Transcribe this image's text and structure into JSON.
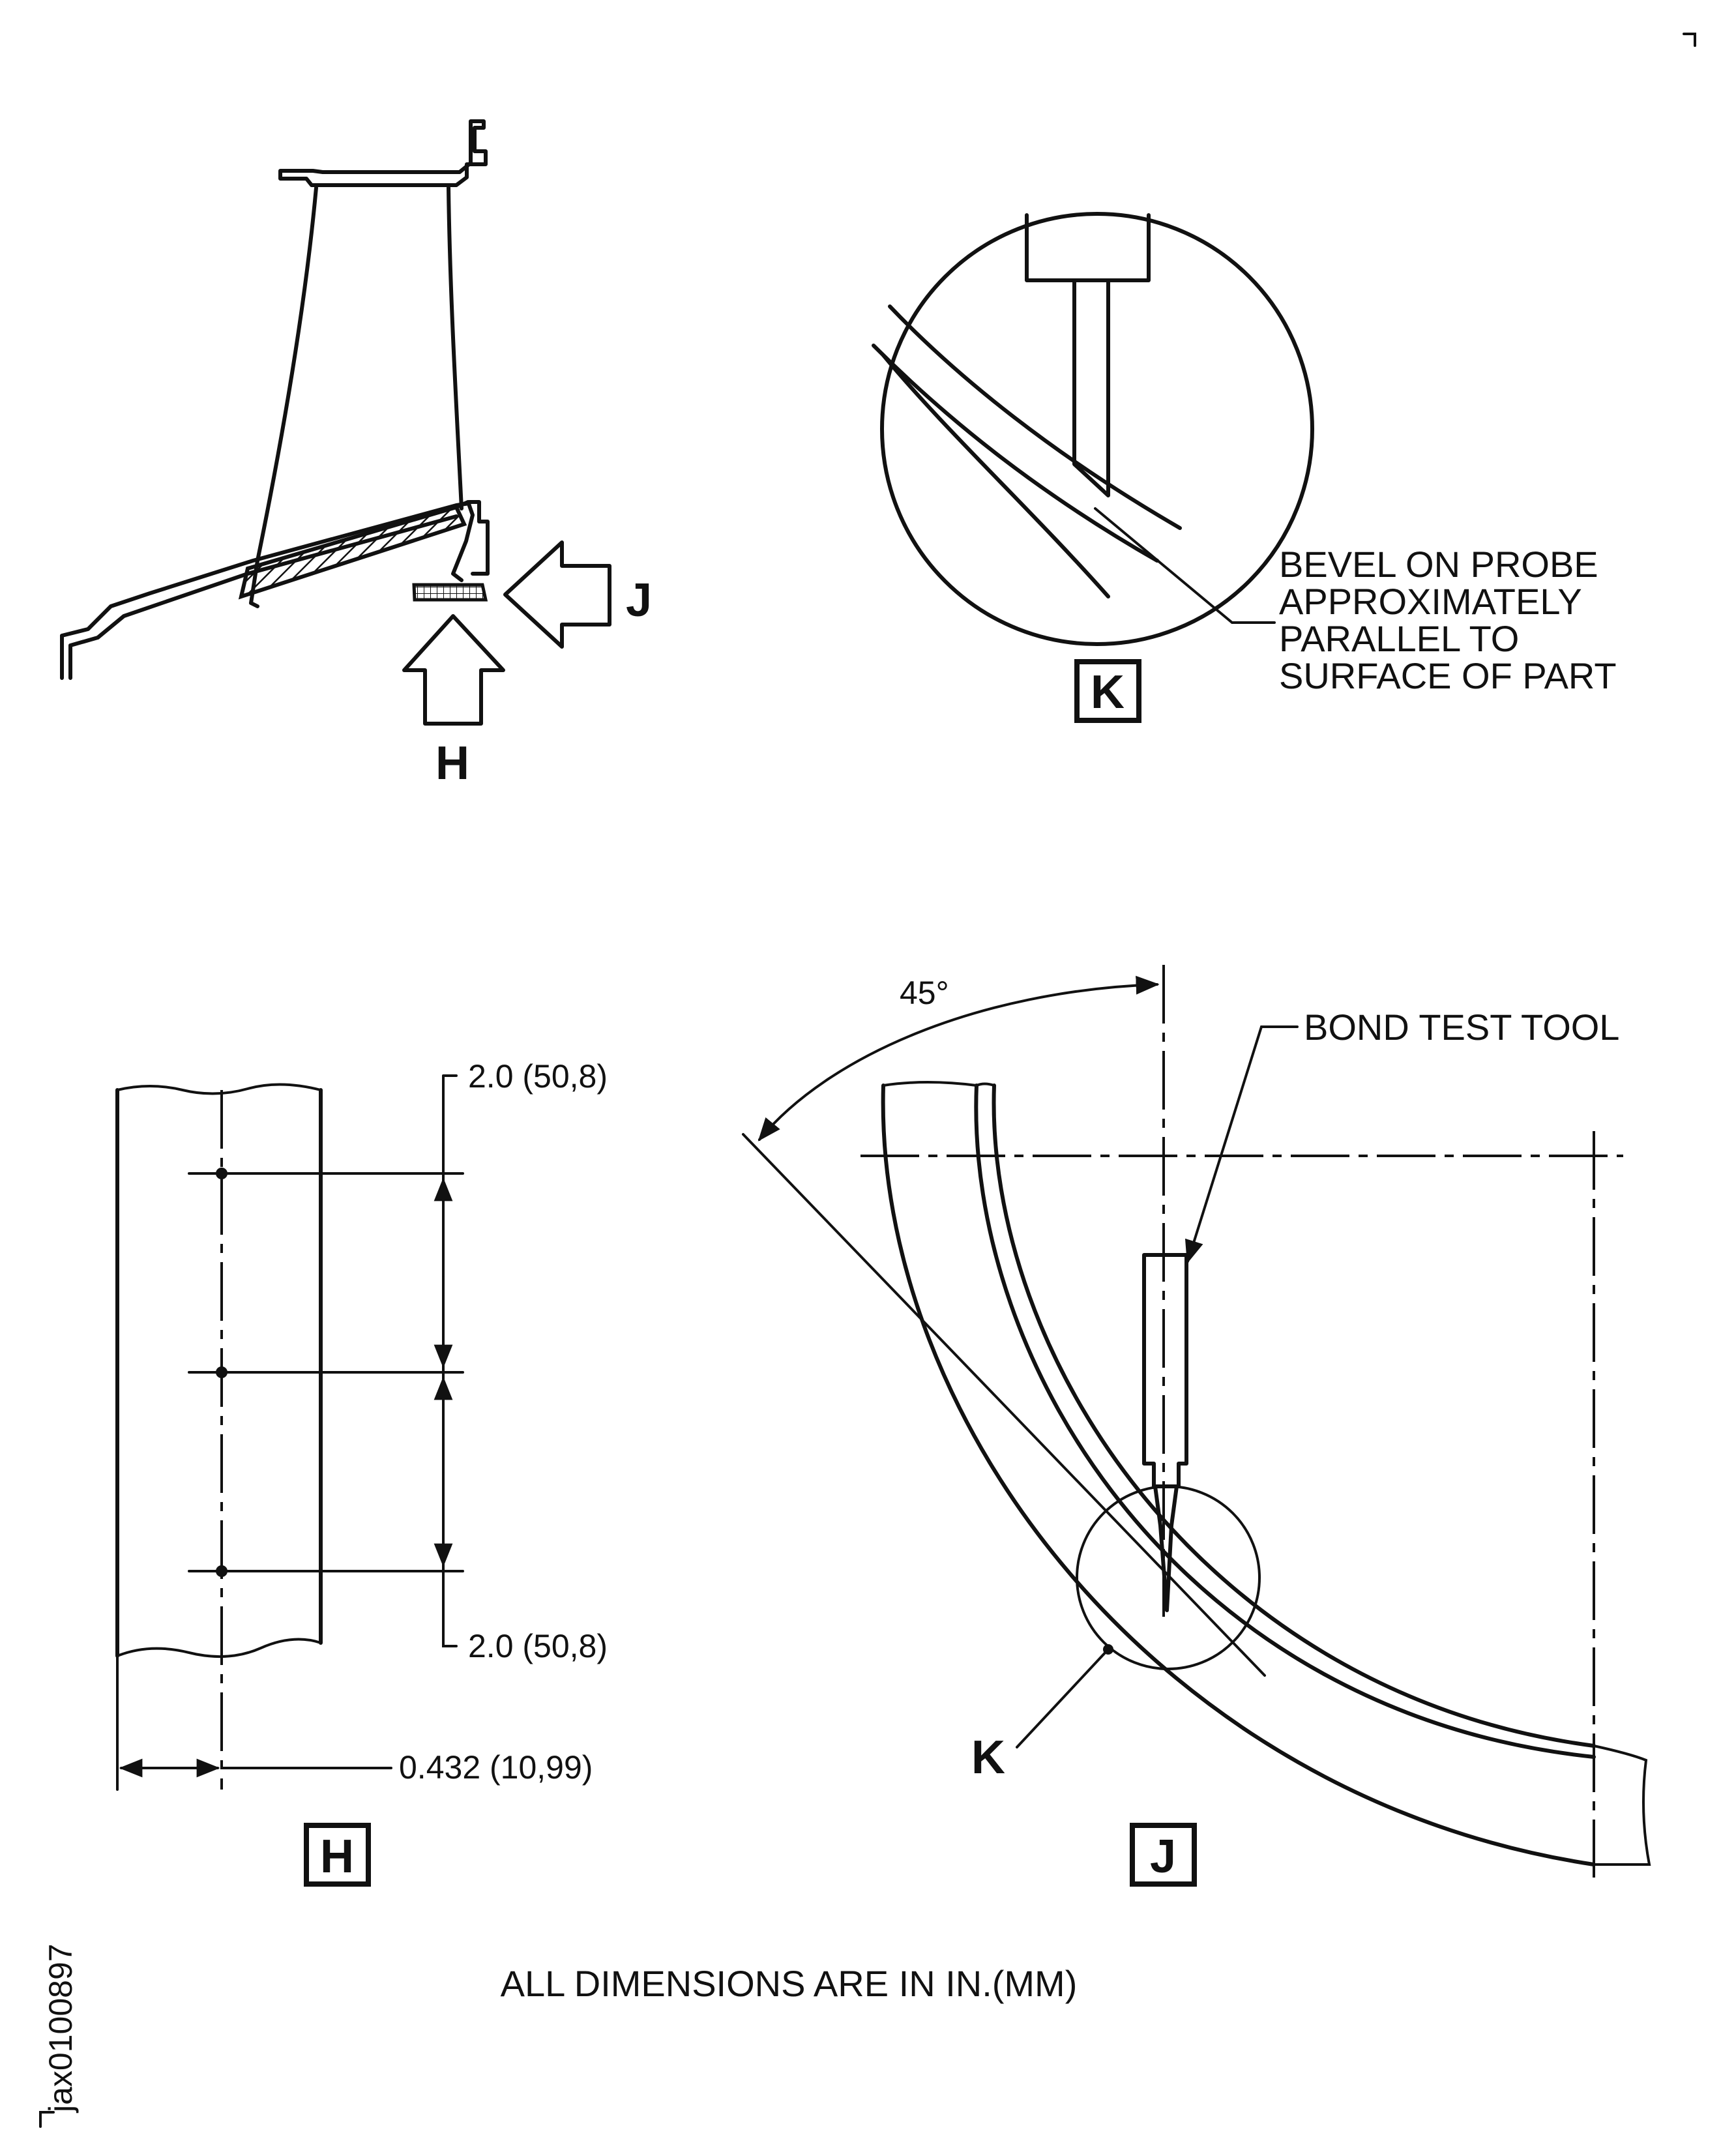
{
  "view_labels": {
    "H": "H",
    "J": "J",
    "K": "K"
  },
  "callouts": {
    "bevel_note": [
      "BEVEL ON PROBE",
      "APPROXIMATELY",
      "PARALLEL TO",
      "SURFACE OF PART"
    ],
    "tool": "BOND TEST TOOL",
    "angle": "45°"
  },
  "dimensions": {
    "top_spacing": "2.0 (50,8)",
    "bottom_spacing": "2.0 (50,8)",
    "edge_offset": "0.432 (10,99)"
  },
  "footer_note": "ALL DIMENSIONS ARE IN IN.(MM)",
  "figure_id": "jax0100897"
}
